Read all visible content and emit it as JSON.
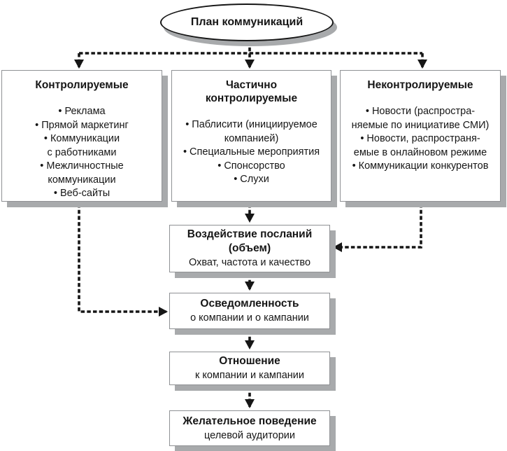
{
  "diagram": {
    "bullet": "•",
    "root": {
      "label": "План коммуникаций"
    },
    "source_boxes": [
      {
        "id": "controlled",
        "title": "Контролируемые",
        "items": [
          "Реклама",
          "Прямой маркетинг",
          "Коммуникации\nс работниками",
          "Межличностные\nкоммуникации",
          "Веб-сайты"
        ]
      },
      {
        "id": "partially-controlled",
        "title": "Частично\nконтролируемые",
        "items": [
          "Паблисити (инициируемое\nкомпанией)",
          "Специальные мероприятия",
          "Спонсорство",
          "Слухи"
        ]
      },
      {
        "id": "uncontrolled",
        "title": "Неконтролируемые",
        "items": [
          "Новости (распростра-\nняемые по инициативе СМИ)",
          "Новости, распространя-\nемые в онлайновом режиме",
          "Коммуникации конкурентов"
        ]
      }
    ],
    "stage_boxes": [
      {
        "title": "Воздействие посланий\n(объем)",
        "subtitle": "Охват, частота и качество"
      },
      {
        "title": "Осведомленность",
        "subtitle": "о компании и о кампании"
      },
      {
        "title": "Отношение",
        "subtitle": "к компании и кампании"
      },
      {
        "title": "Желательное поведение",
        "subtitle": "целевой аудитории"
      }
    ],
    "colors": {
      "line": "#161616",
      "text": "#161616",
      "box_border": "#8f9194",
      "shadow": "#a8aaac",
      "background": "#ffffff"
    }
  }
}
